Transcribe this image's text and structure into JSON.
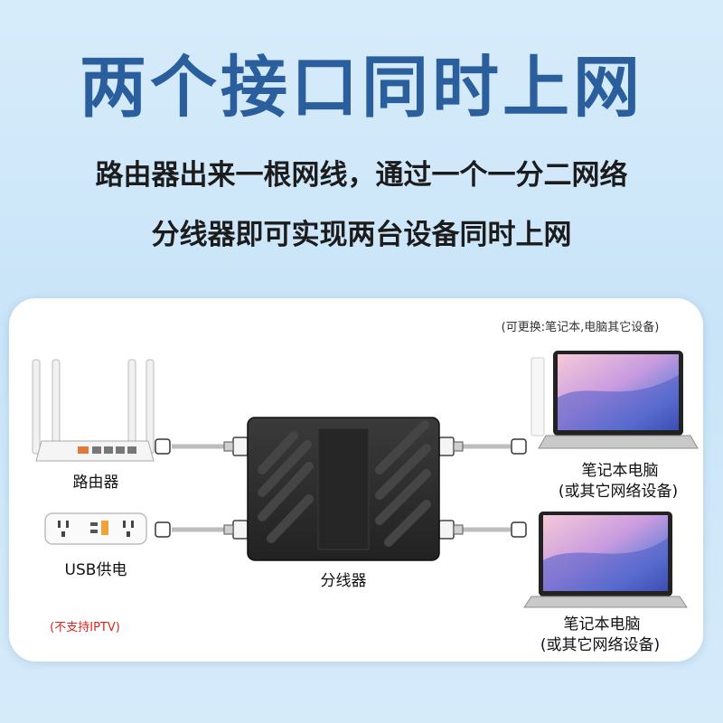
{
  "headline": "两个接口同时上网",
  "subtitle_line1": "路由器出来一根网线，通过一个一分二网络",
  "subtitle_line2": "分线器即可实现两台设备同时上网",
  "replace_note": "(可更换:笔记本,电脑其它设备)",
  "router_label": "路由器",
  "usb_power_label": "USB供电",
  "splitter_label": "分线器",
  "laptop1_label_line1": "笔记本电脑",
  "laptop1_label_line2": "(或其它网络设备)",
  "laptop2_label_line1": "笔记本电脑",
  "laptop2_label_line2": "(或其它网络设备)",
  "iptv_note": "(不支持IPTV)",
  "colors": {
    "headline": "#2a5e9c",
    "background": "#d7ecfb",
    "splitter_body": "#2b2b2b",
    "warning": "#d8241f"
  }
}
